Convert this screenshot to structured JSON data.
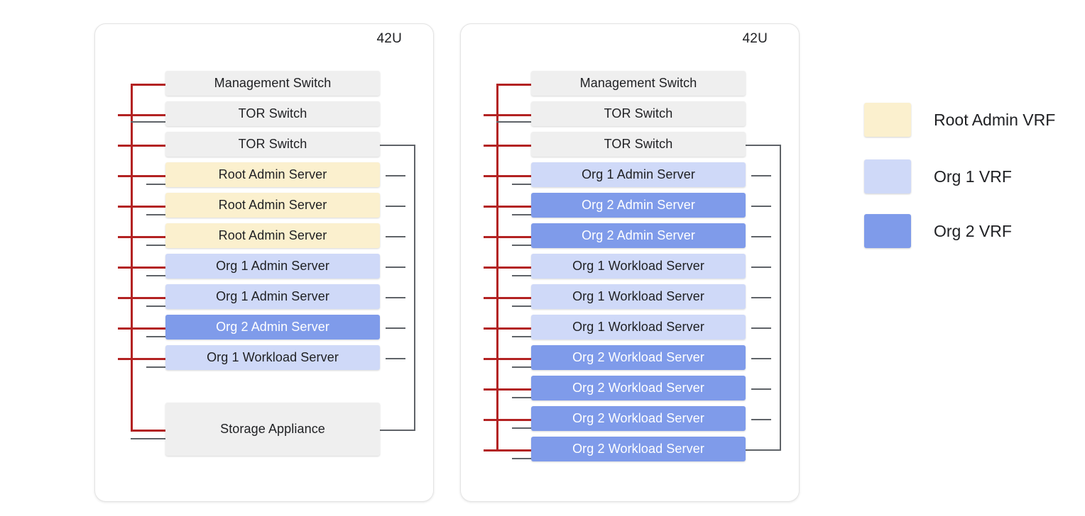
{
  "diagram": {
    "racks": [
      {
        "name": "left-rack",
        "capacity": "42U",
        "units": [
          {
            "label": "Management Switch",
            "vrf": "none",
            "kind": "switch"
          },
          {
            "label": "TOR Switch",
            "vrf": "none",
            "kind": "switch"
          },
          {
            "label": "TOR Switch",
            "vrf": "none",
            "kind": "switch"
          },
          {
            "label": "Root Admin Server",
            "vrf": "root-admin",
            "kind": "server"
          },
          {
            "label": "Root Admin Server",
            "vrf": "root-admin",
            "kind": "server"
          },
          {
            "label": "Root Admin Server",
            "vrf": "root-admin",
            "kind": "server"
          },
          {
            "label": "Org 1 Admin Server",
            "vrf": "org1",
            "kind": "server"
          },
          {
            "label": "Org 1 Admin Server",
            "vrf": "org1",
            "kind": "server"
          },
          {
            "label": "Org 2 Admin Server",
            "vrf": "org2",
            "kind": "server"
          },
          {
            "label": "Org 1 Workload Server",
            "vrf": "org1",
            "kind": "server"
          },
          {
            "label": "Storage Appliance",
            "vrf": "none",
            "kind": "storage"
          }
        ]
      },
      {
        "name": "right-rack",
        "capacity": "42U",
        "units": [
          {
            "label": "Management Switch",
            "vrf": "none",
            "kind": "switch"
          },
          {
            "label": "TOR Switch",
            "vrf": "none",
            "kind": "switch"
          },
          {
            "label": "TOR Switch",
            "vrf": "none",
            "kind": "switch"
          },
          {
            "label": "Org 1 Admin Server",
            "vrf": "org1",
            "kind": "server"
          },
          {
            "label": "Org 2 Admin Server",
            "vrf": "org2",
            "kind": "server"
          },
          {
            "label": "Org 2 Admin Server",
            "vrf": "org2",
            "kind": "server"
          },
          {
            "label": "Org 1 Workload Server",
            "vrf": "org1",
            "kind": "server"
          },
          {
            "label": "Org 1 Workload Server",
            "vrf": "org1",
            "kind": "server"
          },
          {
            "label": "Org 1 Workload Server",
            "vrf": "org1",
            "kind": "server"
          },
          {
            "label": "Org 2 Workload Server",
            "vrf": "org2",
            "kind": "server"
          },
          {
            "label": "Org 2 Workload Server",
            "vrf": "org2",
            "kind": "server"
          },
          {
            "label": "Org 2 Workload Server",
            "vrf": "org2",
            "kind": "server"
          },
          {
            "label": "Org 2 Workload Server",
            "vrf": "org2",
            "kind": "server"
          }
        ]
      }
    ],
    "legend": {
      "items": [
        {
          "label": "Root Admin VRF",
          "color": "#fbf0ce",
          "vrf": "root-admin"
        },
        {
          "label": "Org 1 VRF",
          "color": "#cfd9f8",
          "vrf": "org1"
        },
        {
          "label": "Org 2 VRF",
          "color": "#7f9bea",
          "vrf": "org2"
        }
      ]
    },
    "colors": {
      "switch_fill": "#efefef",
      "root_admin_fill": "#fbf0ce",
      "org1_fill": "#cfd9f8",
      "org2_fill": "#7f9bea",
      "management_wire": "#b32222",
      "data_wire": "#5f6368"
    }
  }
}
